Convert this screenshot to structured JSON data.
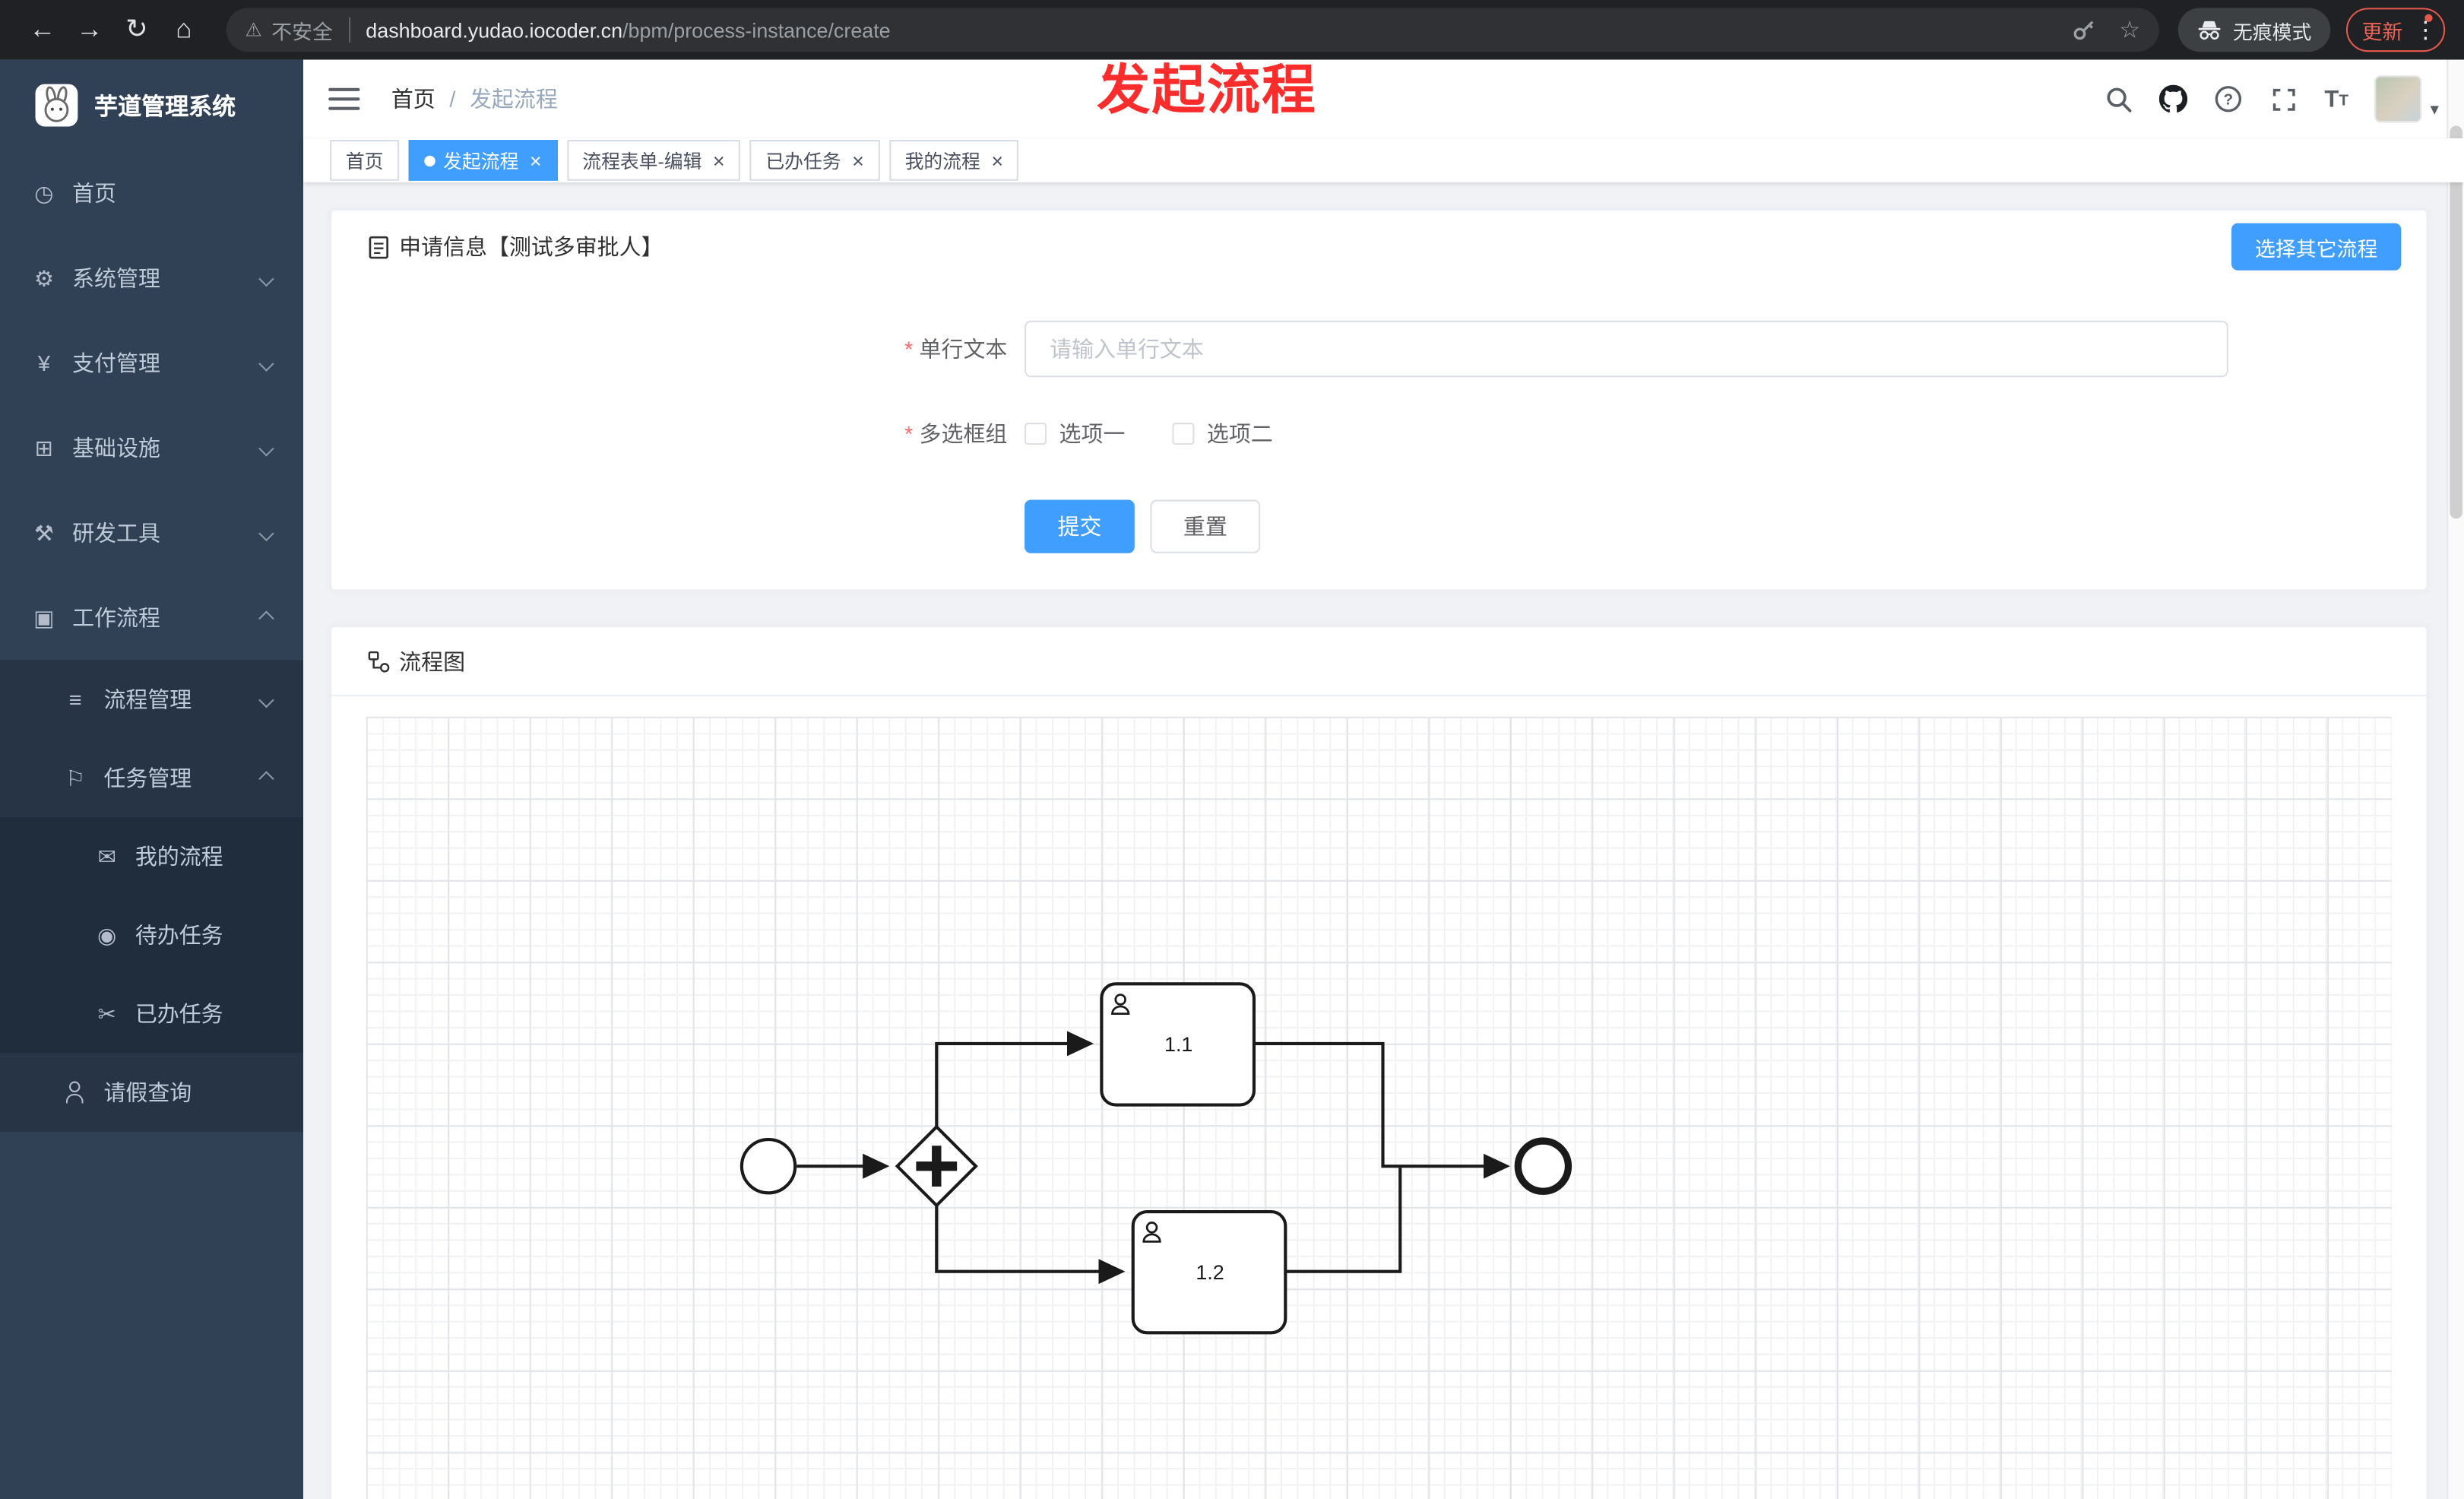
{
  "browser": {
    "security_label": "不安全",
    "url_domain": "dashboard.yudao.iocoder.cn",
    "url_path": "/bpm/process-instance/create",
    "incognito_label": "无痕模式",
    "update_label": "更新"
  },
  "icons": {
    "back": "←",
    "forward": "→",
    "reload": "↻",
    "home": "⌂",
    "warning": "⚠",
    "star": "☆",
    "menu_dots": "⋮",
    "dashboard": "◷",
    "gear": "⚙",
    "yen": "¥",
    "monitor": "⊞",
    "tools": "⚒",
    "workflow": "▣",
    "list": "≡",
    "flag": "⚐",
    "chat": "✉",
    "eye": "◉",
    "scissors": "✂",
    "close": "×",
    "caret_down": "▾",
    "question": "?",
    "font_big": "T",
    "font_small": "T"
  },
  "sidebar": {
    "app_title": "芋道管理系统",
    "items": [
      {
        "label": "首页"
      },
      {
        "label": "系统管理"
      },
      {
        "label": "支付管理"
      },
      {
        "label": "基础设施"
      },
      {
        "label": "研发工具"
      },
      {
        "label": "工作流程"
      }
    ],
    "workflow_children": [
      {
        "label": "流程管理"
      },
      {
        "label": "任务管理"
      }
    ],
    "task_children": [
      {
        "label": "我的流程"
      },
      {
        "label": "待办任务"
      },
      {
        "label": "已办任务"
      }
    ],
    "leave_item": {
      "label": "请假查询"
    }
  },
  "header": {
    "breadcrumb_home": "首页",
    "breadcrumb_separator": "/",
    "breadcrumb_current": "发起流程"
  },
  "annotation": {
    "text": "发起流程"
  },
  "tabs": [
    {
      "label": "首页"
    },
    {
      "label": "发起流程"
    },
    {
      "label": "流程表单-编辑"
    },
    {
      "label": "已办任务"
    },
    {
      "label": "我的流程"
    }
  ],
  "form_card": {
    "title": "申请信息【测试多审批人】",
    "choose_other_button": "选择其它流程",
    "field_text": {
      "label": "单行文本",
      "placeholder": "请输入单行文本"
    },
    "field_checkbox": {
      "label": "多选框组",
      "options": [
        "选项一",
        "选项二"
      ]
    },
    "required_mark": "*",
    "submit_button": "提交",
    "reset_button": "重置"
  },
  "diagram_card": {
    "title": "流程图",
    "task1": "1.1",
    "task2": "1.2"
  },
  "colors": {
    "primary": "#409eff",
    "annotation_red": "#fa2c2c",
    "sidebar_bg": "#304156"
  }
}
